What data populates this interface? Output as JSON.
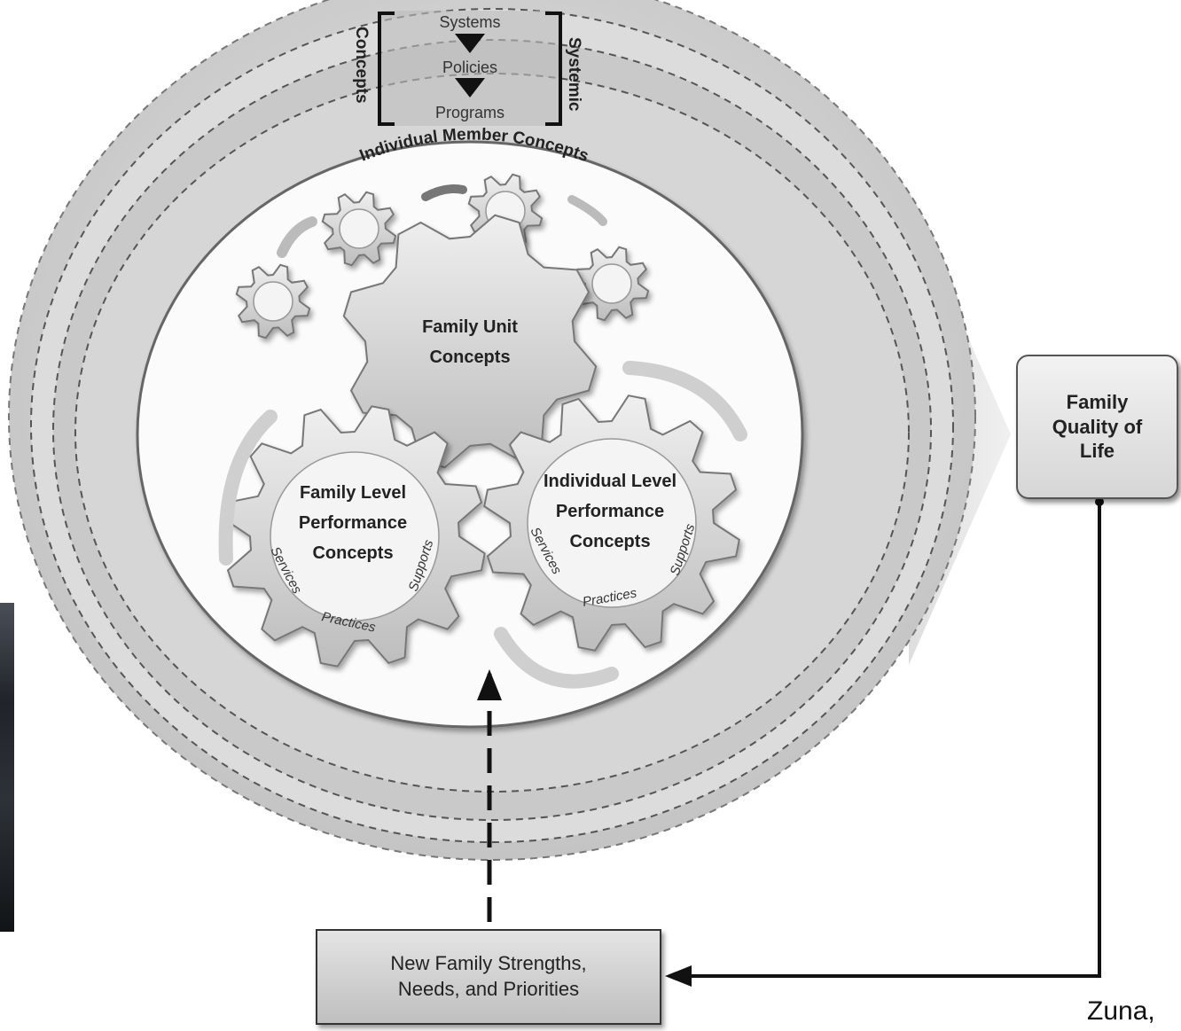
{
  "top_bracket": {
    "items": [
      "Systems",
      "Policies",
      "Programs"
    ],
    "left_label": "Concepts",
    "right_label": "Systemic"
  },
  "ring_label": "Individual Member Concepts",
  "gears": {
    "family_unit": "Family Unit\nConcepts",
    "family_level": "Family Level\nPerformance\nConcepts",
    "individual_level": "Individual Level\nPerformance\nConcepts"
  },
  "gear_ring_labels": {
    "services": "Services",
    "practices": "Practices",
    "supports": "Supports"
  },
  "outcome_box": "Family\nQuality of\nLife",
  "feedback_box": "New Family Strengths,\nNeeds, and Priorities",
  "citation": "Zuna, ",
  "colors": {
    "outer_ring": "#cfcfcf",
    "inner_disc": "#fbfbfb",
    "gear_fill": "#d8d8d8",
    "big_arrow": "#e2e2e2",
    "line": "#111111"
  }
}
